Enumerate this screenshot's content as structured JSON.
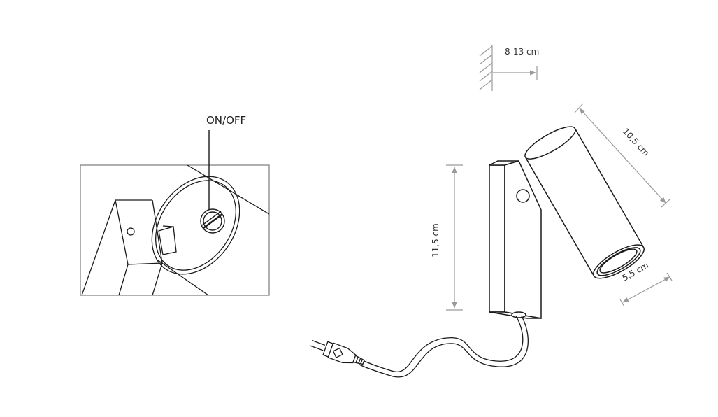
{
  "labels": {
    "switch": "ON/OFF",
    "wall_offset": "8-13 cm",
    "body_length": "10,5 cm",
    "height": "11,5 cm",
    "diameter": "5,5 cm"
  },
  "colors": {
    "line": "#1a1a1a",
    "dimension": "#9a9a9a",
    "inset_frame": "#7a7a7a"
  },
  "icons": {
    "switch": "slotted-rotary-switch-icon",
    "plug": "euro-plug-icon"
  }
}
